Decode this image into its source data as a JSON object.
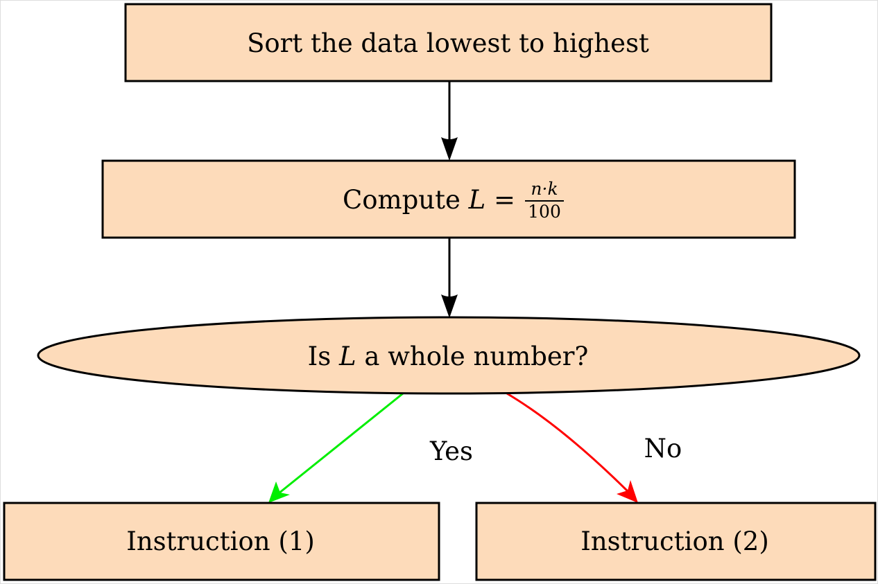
{
  "diagram": {
    "colors": {
      "node_fill": "#FDDBBA",
      "node_stroke": "#000000",
      "edge_default": "#000000",
      "edge_yes": "#00EE00",
      "edge_no": "#FF0000"
    },
    "nodes": {
      "sort": {
        "label": "Sort the data lowest to highest"
      },
      "compute": {
        "prefix": "Compute ",
        "variable": "L",
        "equals": " = ",
        "numerator": "n·k",
        "denominator": "100"
      },
      "decision": {
        "prefix": "Is ",
        "variable": "L",
        "suffix": " a whole number?"
      },
      "instruction1": {
        "label": "Instruction (1)"
      },
      "instruction2": {
        "label": "Instruction (2)"
      }
    },
    "edges": {
      "yes": {
        "label": "Yes"
      },
      "no": {
        "label": "No"
      }
    }
  }
}
